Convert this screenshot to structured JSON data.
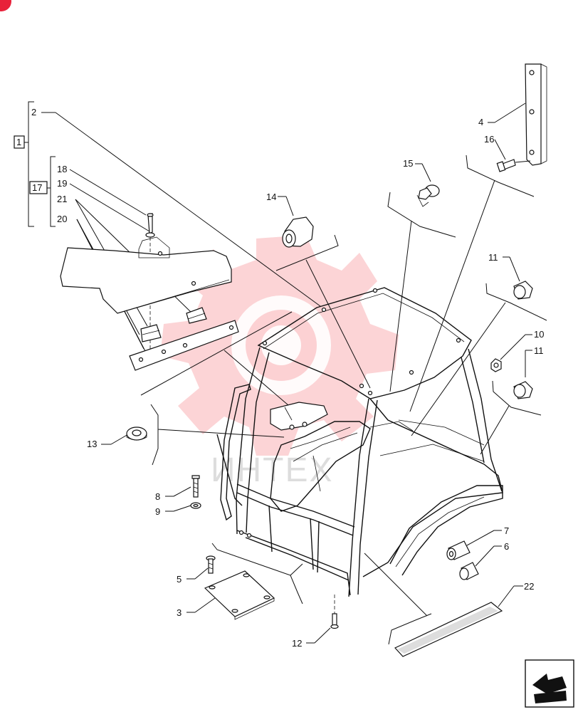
{
  "diagram": {
    "group_labels": [
      "1",
      "17"
    ],
    "part_labels": [
      "2",
      "3",
      "4",
      "5",
      "6",
      "7",
      "8",
      "9",
      "10",
      "11",
      "11",
      "12",
      "13",
      "14",
      "15",
      "16",
      "18",
      "19",
      "20",
      "21",
      "22"
    ],
    "watermark": {
      "text": "ИНТЕХ",
      "color": "#f03c46"
    },
    "icons": {
      "corner": "red-circle-icon",
      "nav": "arrow-back-icon"
    }
  }
}
